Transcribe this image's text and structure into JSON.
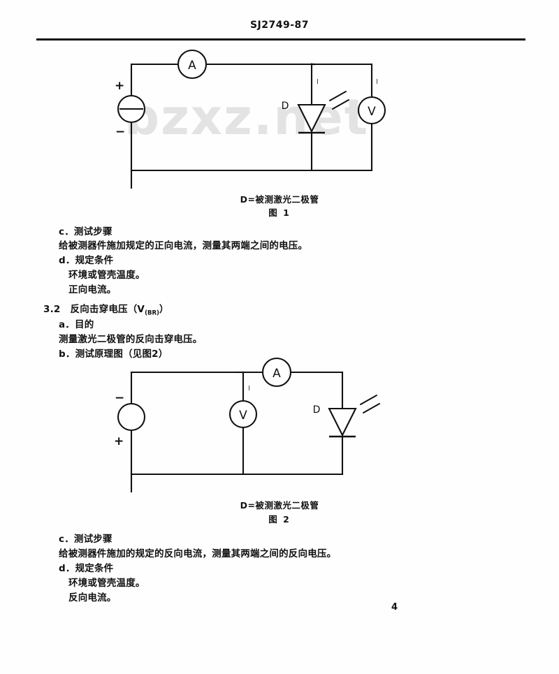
{
  "document": {
    "standard_code": "SJ2749-87",
    "page_number": "4",
    "watermark": "bzxz.net"
  },
  "figure1": {
    "id": "figure-1",
    "caption_device": "D=被测激光二极管",
    "caption_number": "图 1",
    "ammeter_label": "A",
    "voltmeter_label": "V",
    "diode_label": "D",
    "source_plus": "+",
    "source_minus": "−",
    "current_label": "I",
    "branch_label": "I"
  },
  "figure2": {
    "id": "figure-2",
    "caption_device": "D=被测激光二极管",
    "caption_number": "图 2",
    "ammeter_label": "A",
    "voltmeter_label": "V",
    "diode_label": "D",
    "source_plus": "+",
    "source_minus": "−",
    "current_label": "I"
  },
  "section_3_1_tail": {
    "step_label": "c．测试步骤",
    "step_body": "给被测器件施加规定的正向电流，测量其两端之间的电压。",
    "cond_label": "d．规定条件",
    "cond_body_1": "环境或管壳温度。",
    "cond_body_2": "正向电流。"
  },
  "section_3_2": {
    "number": "3.2",
    "title": "反向击穿电压（V",
    "title_sub": "(BR)",
    "title_end": "）",
    "purpose_label": "a．目的",
    "purpose_body": "测量激光二极管的反向击穿电压。",
    "schematic_label": "b．测试原理图（见图2）",
    "step_label": "c．测试步骤",
    "step_body": "给被测器件施加的规定的反向电流，测量其两端之间的反向电压。",
    "cond_label": "d．规定条件",
    "cond_body_1": "环境或管壳温度。",
    "cond_body_2": "反向电流。"
  }
}
